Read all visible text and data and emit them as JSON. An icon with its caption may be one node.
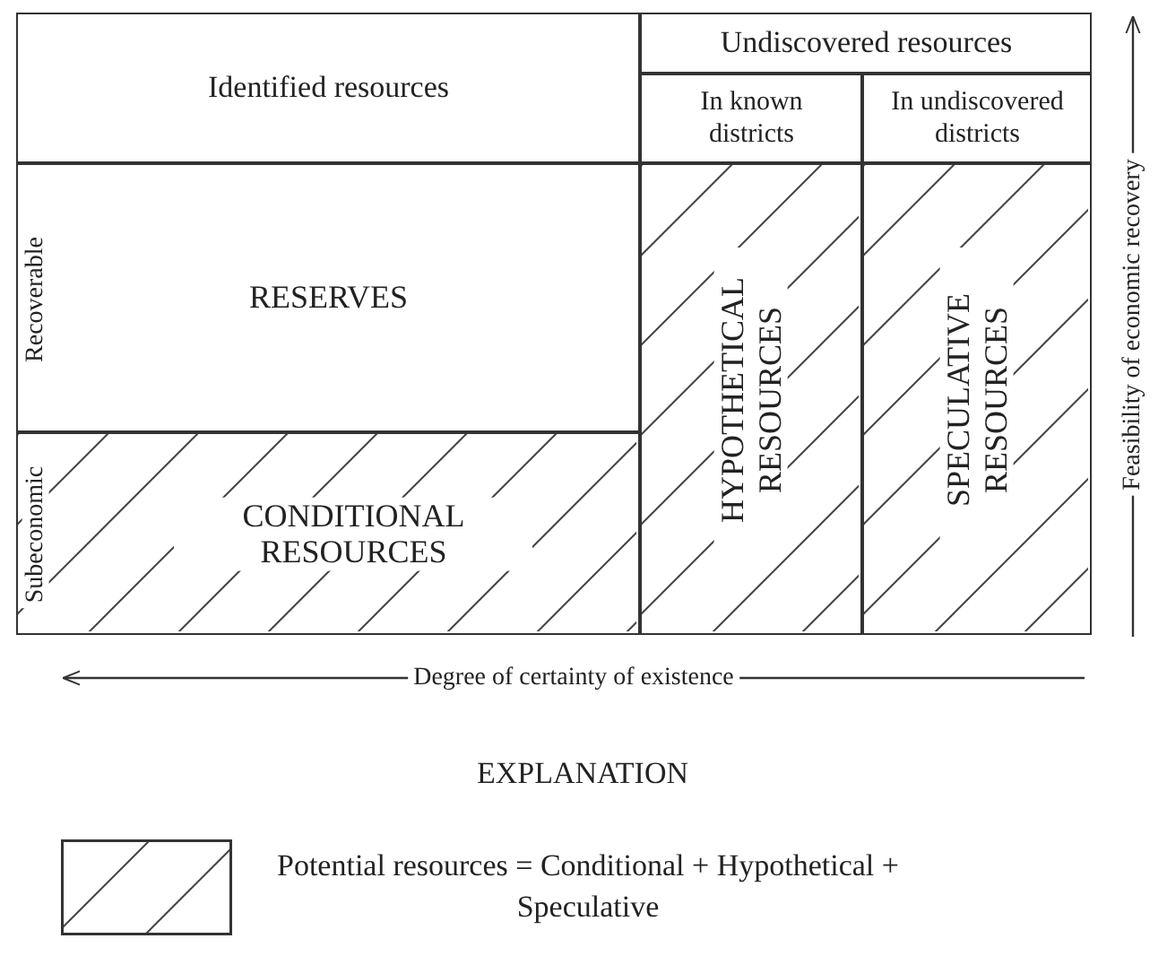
{
  "diagram": {
    "nodes": [
      {
        "text": [
          "Identified resources"
        ]
      },
      {
        "text": [
          "Undiscovered resources"
        ]
      },
      {
        "text": [
          "In known districts"
        ]
      },
      {
        "text": [
          "In undiscovered districts"
        ]
      },
      {
        "text": [
          "RESERVES"
        ]
      },
      {
        "text": [
          "CONDITIONAL RESOURCES"
        ]
      },
      {
        "text": [
          "HYPOTHETICAL RESOURCES"
        ]
      },
      {
        "text": [
          "SPECULATIVE RESOURCES"
        ]
      }
    ],
    "edges": [],
    "labels": [
      "Recoverable",
      "Subeconomic",
      "Feasibility of economic recovery",
      "Degree of certainty of existence",
      "EXPLANATION"
    ],
    "legend": [
      {
        "text": "Potential resources = Conditional + Hypothetical + Speculative"
      }
    ]
  }
}
